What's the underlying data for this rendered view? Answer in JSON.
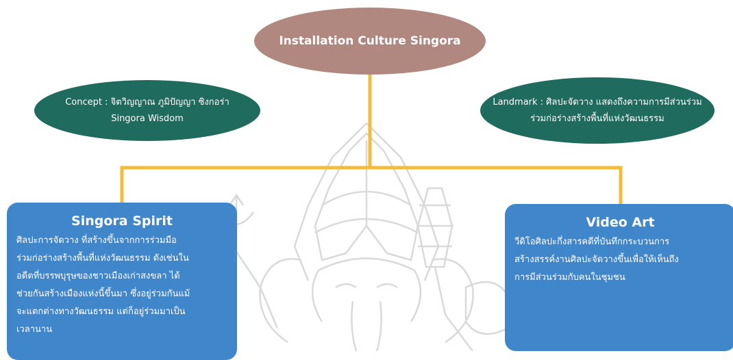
{
  "colors": {
    "root_fill": "#b08880",
    "ellipse_fill": "#1f6b5e",
    "card_fill": "#3f86cb",
    "connector": "#f3bd3a",
    "watermark": "#d9d9d9"
  },
  "watermark": {
    "icon": "ganesha-seal-icon"
  },
  "root": {
    "label": "Installation Culture Singora"
  },
  "concept": {
    "line1": "Concept : จิตวิญญาณ ภูมิปัญญา ซิงกอร่า",
    "line2": "Singora Wisdom"
  },
  "landmark": {
    "line1": "Landmark : ศิลปะจัดวาง แสดงถึงความการมีส่วนร่วม",
    "line2": "ร่วมก่อร่างสร้างพื้นที่แห่งวัฒนธรรม"
  },
  "spirit": {
    "title": "Singora Spirit",
    "lines": [
      "ศิลปะการจัดวาง ที่สร้างขึ้นจากการร่วมมือ",
      "ร่วมก่อร่างสร้างพื้นที่แห่งวัฒนธรรม ดังเช่นใน",
      "อดีตที่บรรพบุรุษของชาวเมืองเก่าสงขลา ได้",
      "ช่วยกันสร้างเมืองแห่งนี้ขึ้นมา ซึ่งอยู่ร่วมกันแม้",
      "จะแตกต่างทางวัฒนธรรม แต่ก็อยู่ร่วมมาเป็น",
      "เวลานาน"
    ]
  },
  "video": {
    "title": "Video Art",
    "lines": [
      "วีดิโอศิลปะกึ่งสารคดีที่บันทึกกระบวนการ",
      "สร้างสรรค์งานศิลปะจัดวางขึ้นเพื่อให้เห็นถึง",
      "การมีส่วนร่วมกับคนในชุมชน"
    ]
  }
}
